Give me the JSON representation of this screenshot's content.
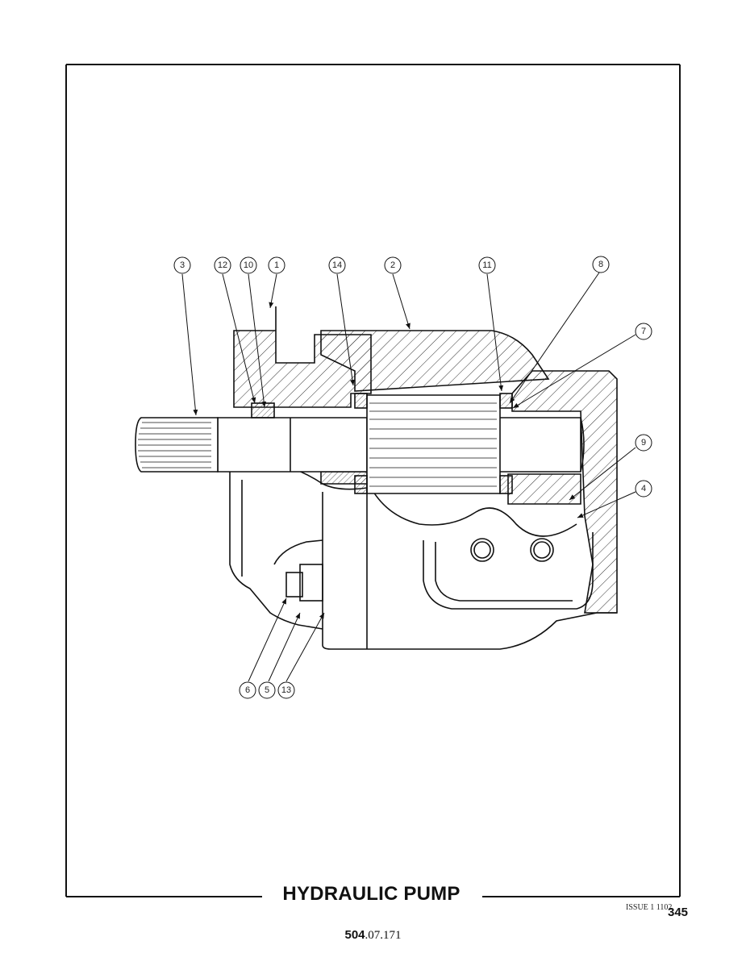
{
  "title": "HYDRAULIC PUMP",
  "issue": "ISSUE 1 1102",
  "page_number": "345",
  "doc_ref": {
    "bold": "504",
    "rest": ".07.171"
  },
  "callouts": [
    {
      "id": "c3",
      "label": "3"
    },
    {
      "id": "c12",
      "label": "12"
    },
    {
      "id": "c10",
      "label": "10"
    },
    {
      "id": "c1",
      "label": "1"
    },
    {
      "id": "c14",
      "label": "14"
    },
    {
      "id": "c2",
      "label": "2"
    },
    {
      "id": "c11",
      "label": "11"
    },
    {
      "id": "c8",
      "label": "8"
    },
    {
      "id": "c7",
      "label": "7"
    },
    {
      "id": "c9",
      "label": "9"
    },
    {
      "id": "c4",
      "label": "4"
    },
    {
      "id": "c6",
      "label": "6"
    },
    {
      "id": "c5",
      "label": "5"
    },
    {
      "id": "c13",
      "label": "13"
    }
  ]
}
